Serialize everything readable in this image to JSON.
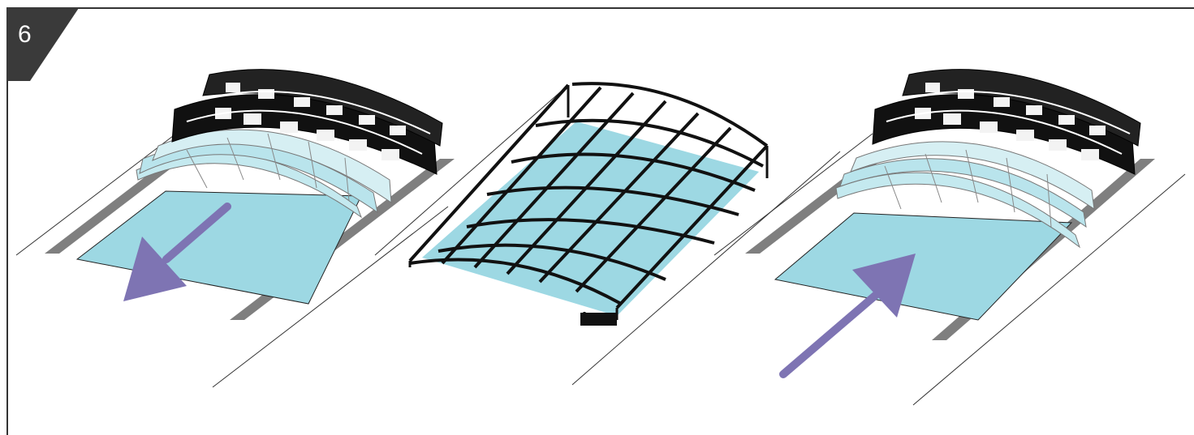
{
  "step": {
    "number": "6"
  },
  "colors": {
    "frame": "#333333",
    "badge": "#3a3a3a",
    "water": "#9dd8e3",
    "water_light": "#c4e9ef",
    "rail_shadow": "#7f7f7f",
    "arrow": "#7e74b3",
    "structure": "#111111",
    "glass": "#f3f3f3"
  },
  "panels": [
    {
      "name": "panel-cover-opening",
      "state": "partially-open",
      "arrow_direction": "down-left",
      "arrow_icon": "arrow-down-left-icon"
    },
    {
      "name": "panel-cover-closed",
      "state": "closed",
      "arrow_direction": "none"
    },
    {
      "name": "panel-cover-closing",
      "state": "partially-open",
      "arrow_direction": "up-right",
      "arrow_icon": "arrow-up-right-icon"
    }
  ]
}
